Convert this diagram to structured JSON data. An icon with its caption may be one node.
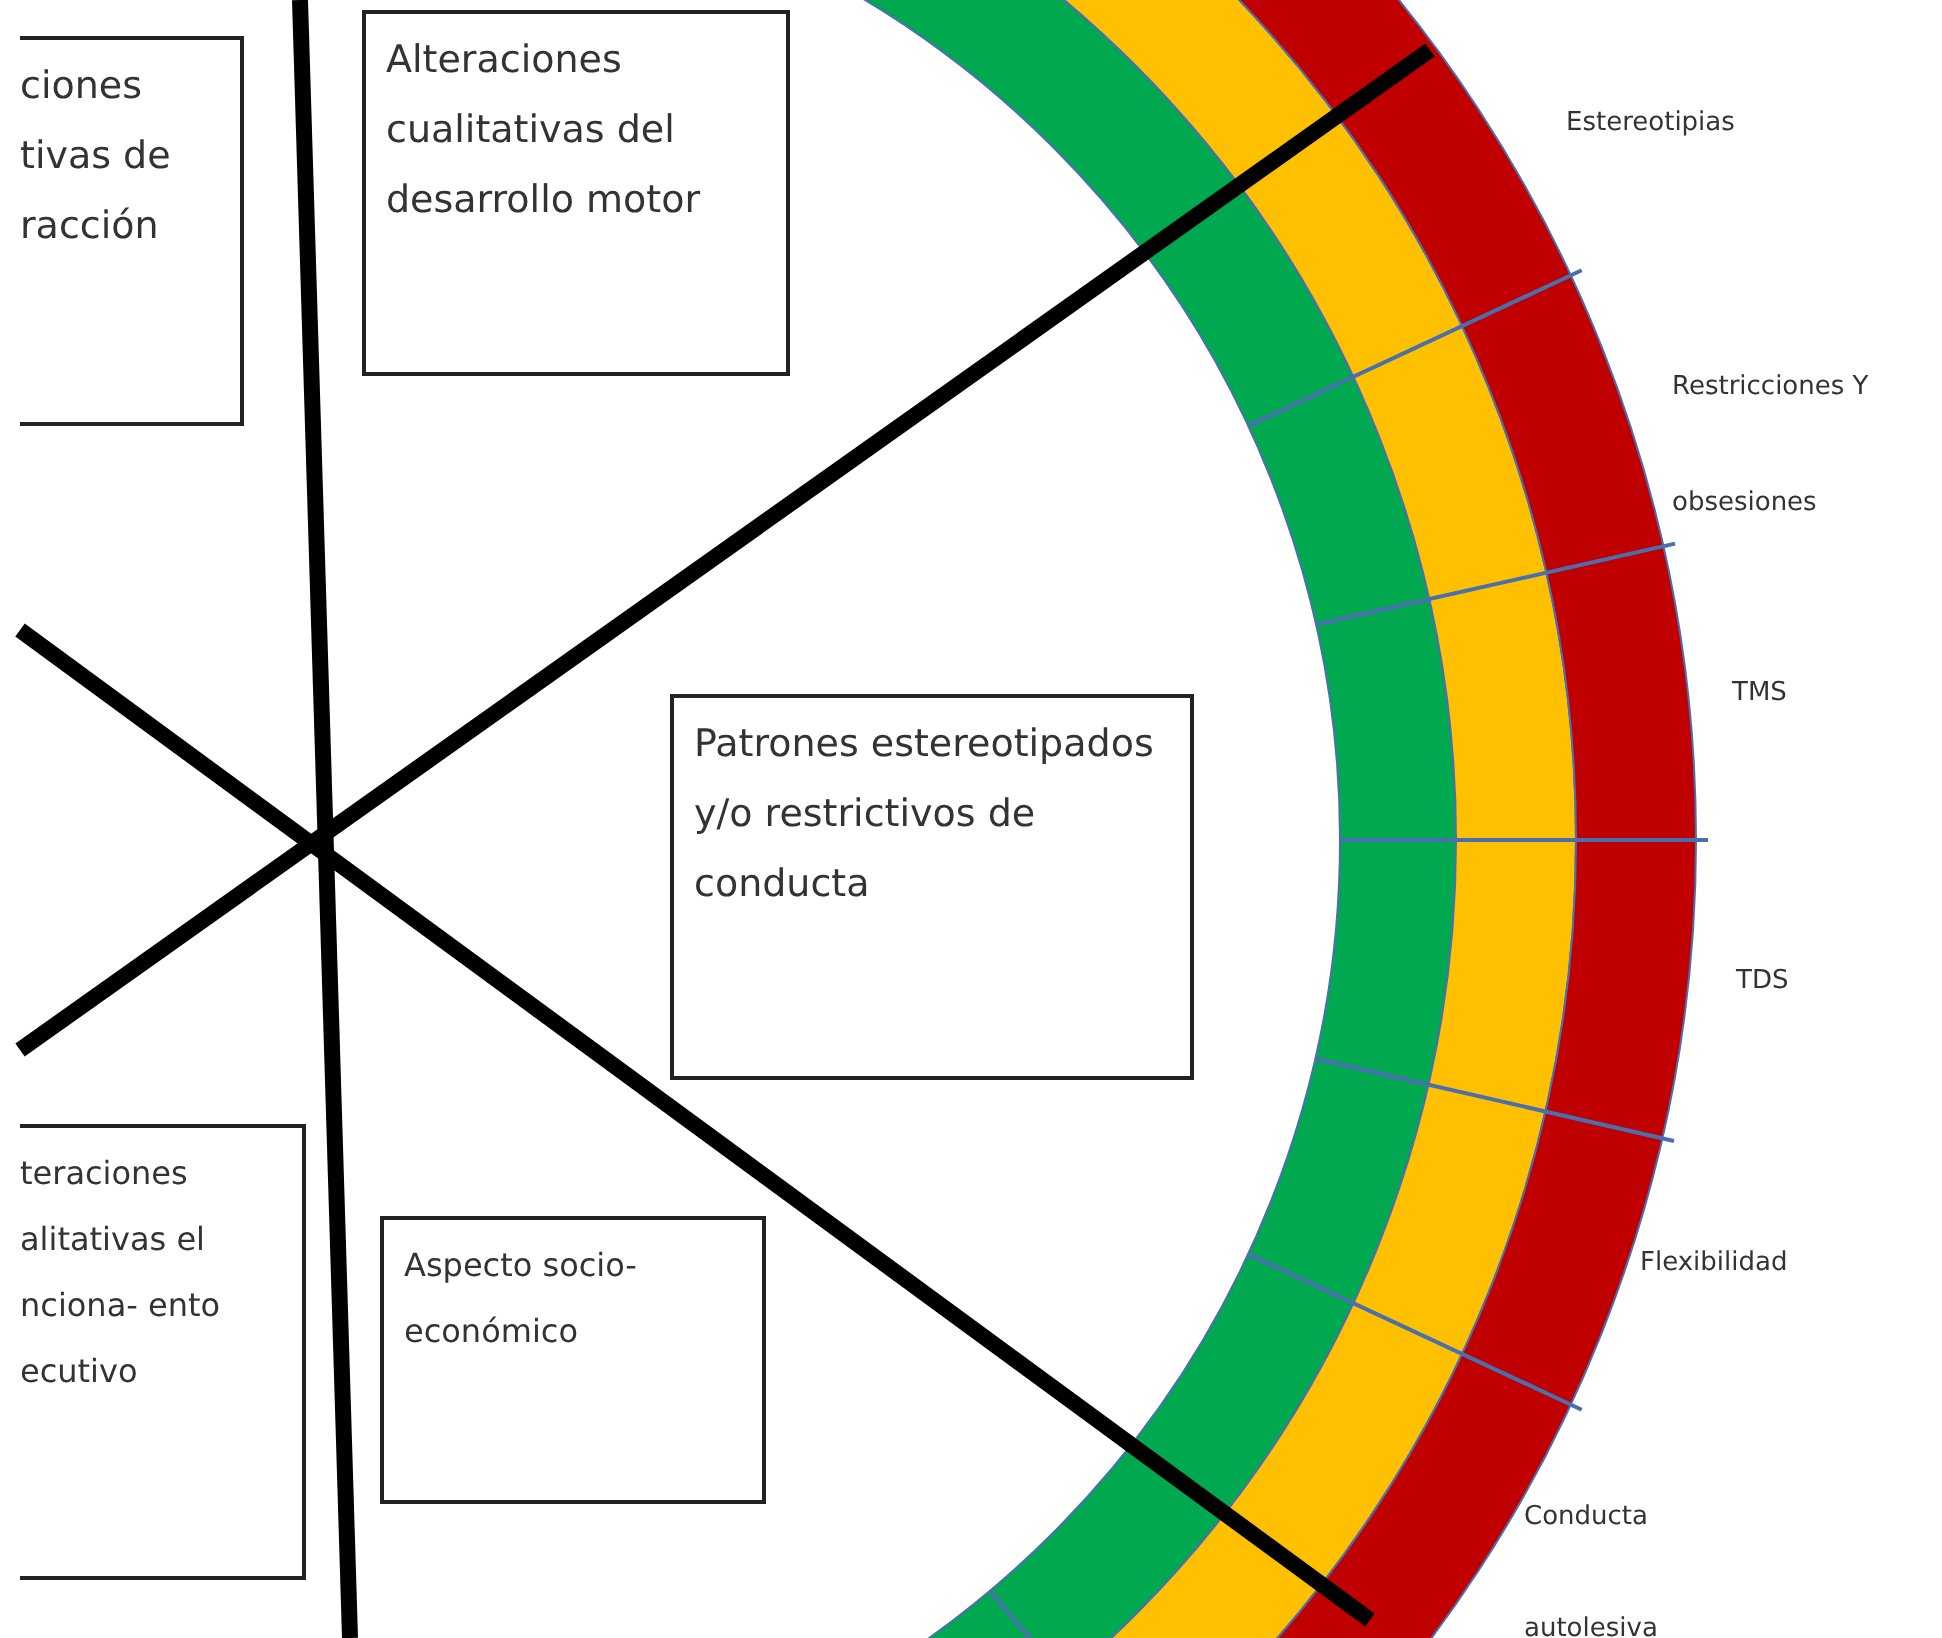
{
  "diagram": {
    "nodes": [
      {
        "text": [
          "ciones tivas de racción"
        ]
      },
      {
        "text": [
          "Alteraciones cualitativas del desarrollo motor"
        ]
      },
      {
        "text": [
          "Patrones estereotipados y/o restrictivos de conducta"
        ]
      },
      {
        "text": [
          "teraciones alitativas el nciona- ento ecutivo"
        ]
      },
      {
        "text": [
          "Aspecto socio- económico"
        ]
      }
    ],
    "labels": [
      "Estereotipias",
      "Restricciones Y obsesiones",
      "TMS",
      "TDS",
      "Flexibilidad",
      "Conducta autolesiva"
    ]
  }
}
